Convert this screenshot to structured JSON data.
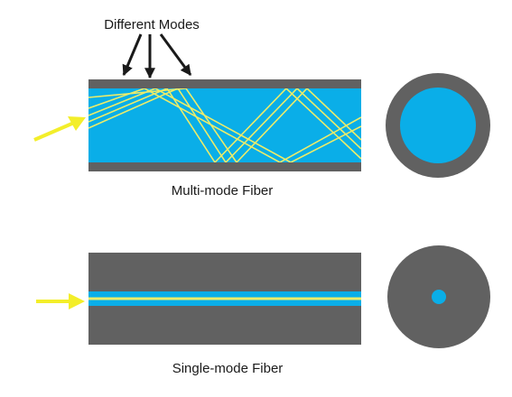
{
  "labels": {
    "modes": "Different Modes",
    "multimode": "Multi-mode Fiber",
    "singlemode": "Single-mode Fiber"
  },
  "colors": {
    "cladding": "#616161",
    "core": "#0aaee8",
    "ray": "#ecec6a",
    "arrow": "#f3ee2a",
    "pointer": "#1a1a1a"
  },
  "icons": {
    "modes_pointer": "arrow-icon",
    "input_light": "arrow-icon"
  }
}
